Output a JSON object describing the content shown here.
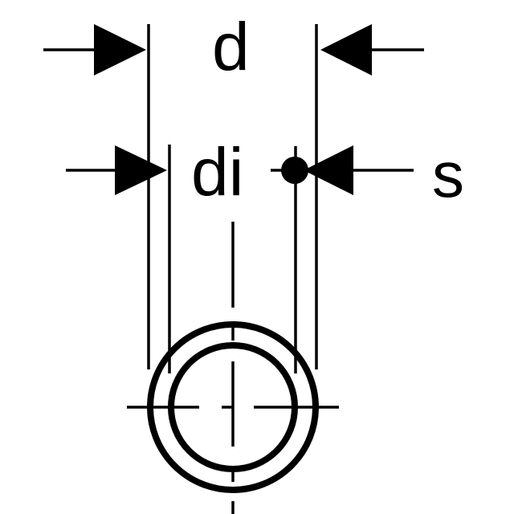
{
  "diagram": {
    "subject": "pipe cross-section dimensions",
    "labels": {
      "outer_diameter": "d",
      "inner_diameter": "di",
      "wall_thickness": "s"
    },
    "colors": {
      "ink": "#000000",
      "background": "#ffffff"
    }
  }
}
